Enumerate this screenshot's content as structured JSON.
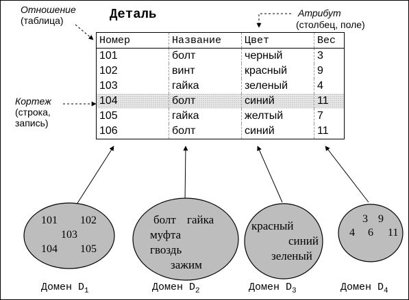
{
  "annotations": {
    "relation_term": "Отношение",
    "relation_note": "(таблица)",
    "attribute_term": "Атрибут",
    "attribute_note": "(столбец, поле)",
    "tuple_term": "Кортеж",
    "tuple_note_1": "(строка,",
    "tuple_note_2": "запись)"
  },
  "relation": {
    "name": "Деталь",
    "columns": [
      "Номер",
      "Название",
      "Цвет",
      "Вес"
    ],
    "rows": [
      [
        "101",
        "болт",
        "черный",
        "3"
      ],
      [
        "102",
        "винт",
        "красный",
        "9"
      ],
      [
        "103",
        "гайка",
        "зеленый",
        "4"
      ],
      [
        "104",
        "болт",
        "синий",
        "11"
      ],
      [
        "105",
        "гайка",
        "желтый",
        "7"
      ],
      [
        "106",
        "болт",
        "синий",
        "11"
      ]
    ]
  },
  "domains": [
    {
      "label": "Домен D",
      "sub": "1",
      "values": [
        "101",
        "102",
        "103",
        "104",
        "105"
      ]
    },
    {
      "label": "Домен D",
      "sub": "2",
      "values": [
        "болт",
        "гайка",
        "муфта",
        "гвоздь",
        "зажим"
      ]
    },
    {
      "label": "Домен D",
      "sub": "3",
      "values": [
        "красный",
        "синий",
        "зеленый"
      ]
    },
    {
      "label": "Домен D",
      "sub": "4",
      "values": [
        "3",
        "9",
        "4",
        "6",
        "11"
      ]
    }
  ],
  "colors": {
    "domain_fill": "#bdbdbd",
    "highlight_row": "#e8e8e8"
  }
}
